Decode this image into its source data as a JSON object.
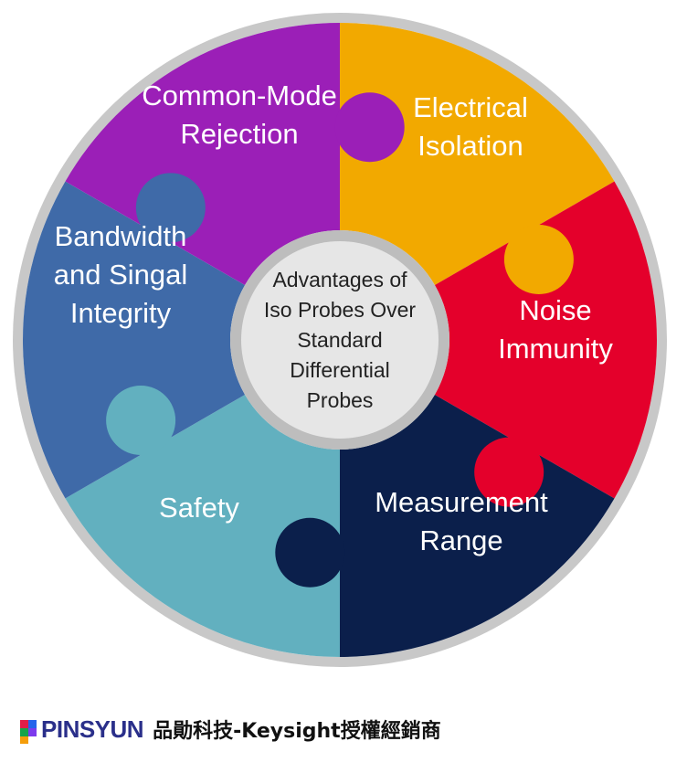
{
  "diagram": {
    "center_text": [
      "Advantages of",
      "Iso Probes Over",
      "Standard",
      "Differential",
      "Probes"
    ],
    "segments": [
      {
        "id": "common-mode-rejection",
        "lines": [
          "Common-Mode",
          "Rejection"
        ],
        "color": "#F2A900"
      },
      {
        "id": "electrical-isolation",
        "lines": [
          "Electrical",
          "Isolation"
        ],
        "color": "#E4002B"
      },
      {
        "id": "noise-immunity",
        "lines": [
          "Noise",
          "Immunity"
        ],
        "color": "#0B1F4B"
      },
      {
        "id": "measurement-range",
        "lines": [
          "Measurement",
          "Range"
        ],
        "color": "#62B0BF"
      },
      {
        "id": "safety",
        "lines": [
          "Safety"
        ],
        "color": "#3F6AA8"
      },
      {
        "id": "bandwidth-signal-integrity",
        "lines": [
          "Bandwidth",
          "and Singal",
          "Integrity"
        ],
        "color": "#9B1FB7"
      }
    ],
    "ring_color": "#C8C8C8",
    "center_fill": "#E6E6E6"
  },
  "footer": {
    "logo_text": "PINSYUN",
    "tagline": "品勛科技-Keysight授權經銷商"
  }
}
